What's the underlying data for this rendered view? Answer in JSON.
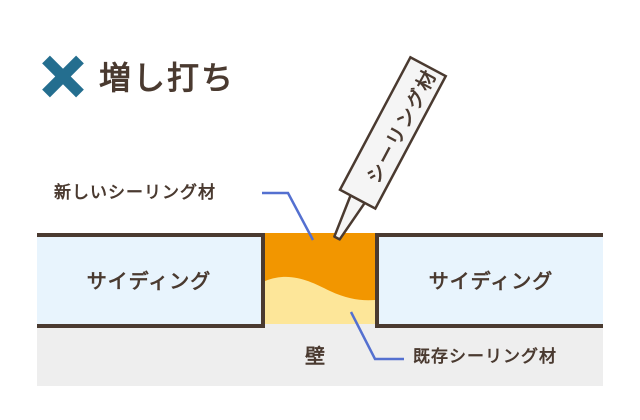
{
  "title": {
    "icon": "x-mark-icon",
    "icon_color": "#246e8f",
    "text": "増し打ち"
  },
  "diagram": {
    "siding_left_label": "サイディング",
    "siding_right_label": "サイディング",
    "wall_label": "壁",
    "caulk_gun_label": "シーリング材",
    "callouts": {
      "new_sealant": "新しいシーリング材",
      "existing_sealant": "既存シーリング材"
    },
    "colors": {
      "new_sealant": "#f29600",
      "existing_sealant": "#fde699",
      "siding": "#e8f4fd",
      "wall": "#eeeeee",
      "outline": "#4a3a30",
      "leader_line": "#5470d0"
    }
  }
}
